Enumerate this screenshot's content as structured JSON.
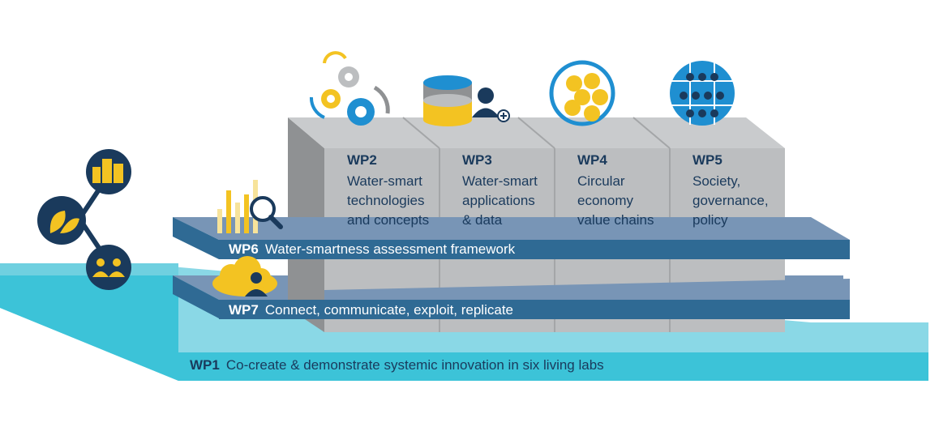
{
  "work_packages": [
    {
      "id": "WP2",
      "text": "Water-smart\ntechnologies\nand concepts",
      "icon": "gears-lightbulb-icon"
    },
    {
      "id": "WP3",
      "text": "Water-smart\napplications\n& data",
      "icon": "database-user-icon"
    },
    {
      "id": "WP4",
      "text": "Circular\neconomy\nvalue chains",
      "icon": "euro-coins-icon"
    },
    {
      "id": "WP5",
      "text": "Society,\ngovernance,\npolicy",
      "icon": "globe-people-icon"
    }
  ],
  "bars": {
    "wp6": {
      "id": "WP6",
      "text": "Water-smartness assessment framework",
      "icon": "bar-chart-magnifier-icon"
    },
    "wp7": {
      "id": "WP7",
      "text": "Connect, communicate, exploit, replicate",
      "icon": "cloud-user-icon"
    },
    "wp1": {
      "id": "WP1",
      "text": "Co-create & demonstrate systemic innovation in six living labs"
    }
  },
  "network_icons": [
    "buildings-icon",
    "leaves-icon",
    "people-group-icon"
  ],
  "colors": {
    "navy": "#1a3a5c",
    "bar_blue": "#2f6a94",
    "bar_light": "#7895b6",
    "base_cyan": "#3cc3d8",
    "base_light": "#8ad8e6",
    "block_gray": "#bcbec0",
    "block_dark": "#8f9193",
    "yellow": "#f3c322",
    "icon_blue": "#1f8fd1"
  }
}
